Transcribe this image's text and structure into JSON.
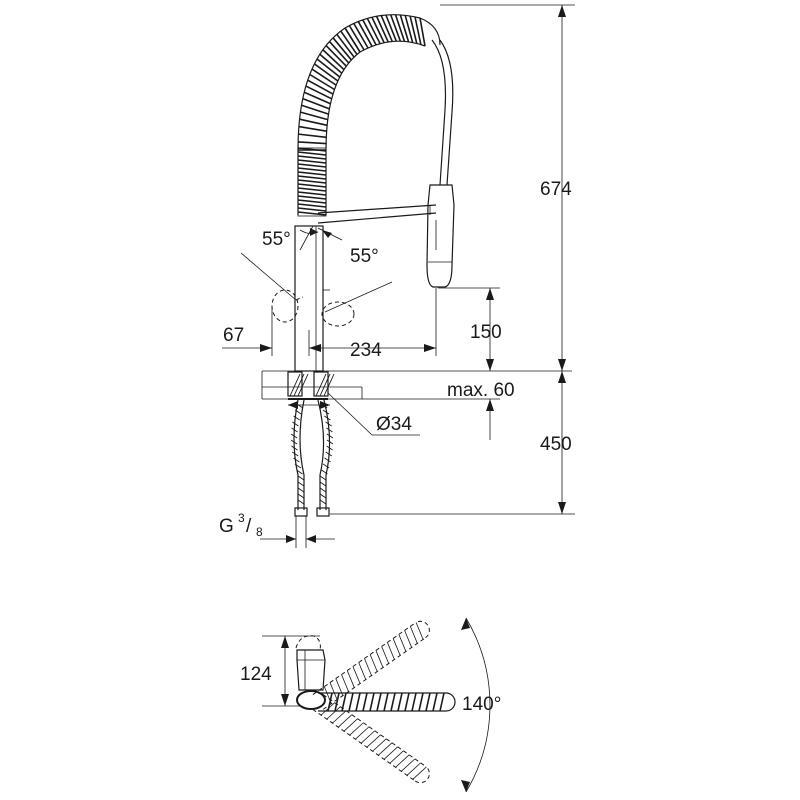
{
  "front_view": {
    "dims": {
      "total_height": "674",
      "angle_left": "55°",
      "angle_right": "55°",
      "handle_offset": "67",
      "reach": "234",
      "spout_clearance": "150",
      "max_deck": "max. 60",
      "hole_diameter": "Ø34",
      "hose_length": "450",
      "thread_main": "G",
      "thread_num": "3",
      "thread_slash": "/",
      "thread_den": "8"
    }
  },
  "top_view": {
    "dims": {
      "handle_depth": "124",
      "swivel_angle": "140°"
    }
  }
}
